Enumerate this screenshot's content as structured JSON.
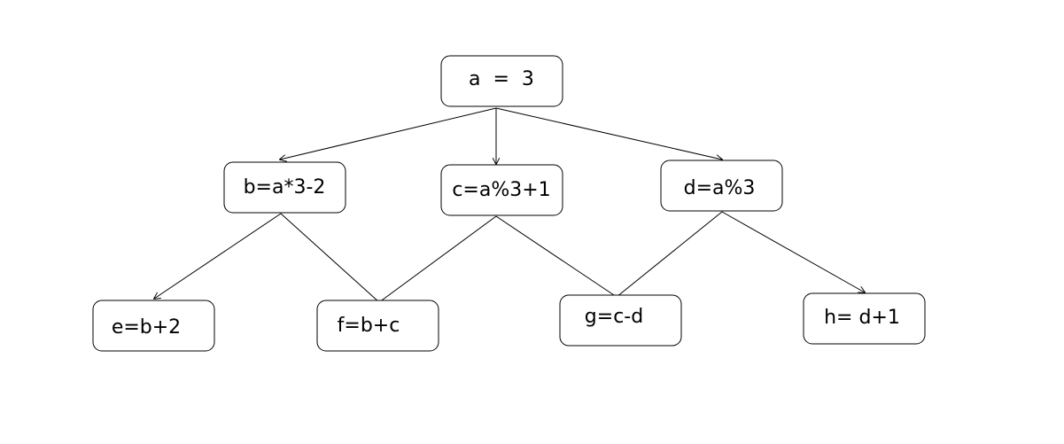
{
  "nodes": {
    "a": {
      "label": "a  =  3"
    },
    "b": {
      "label": "b=a*3-2"
    },
    "c": {
      "label": "c=a%3+1"
    },
    "d": {
      "label": "d=a%3"
    },
    "e": {
      "label": "e=b+2"
    },
    "f": {
      "label": "f=b+c"
    },
    "g": {
      "label": "g=c-d"
    },
    "h": {
      "label": "h= d+1"
    }
  },
  "edges": [
    {
      "from": "a",
      "to": "b",
      "arrow": true
    },
    {
      "from": "a",
      "to": "c",
      "arrow": true
    },
    {
      "from": "a",
      "to": "d",
      "arrow": true
    },
    {
      "from": "b",
      "to": "e",
      "arrow": true
    },
    {
      "from": "b",
      "to": "f",
      "arrow": false
    },
    {
      "from": "c",
      "to": "f",
      "arrow": false
    },
    {
      "from": "c",
      "to": "g",
      "arrow": false
    },
    {
      "from": "d",
      "to": "g",
      "arrow": false
    },
    {
      "from": "d",
      "to": "h",
      "arrow": true
    }
  ]
}
